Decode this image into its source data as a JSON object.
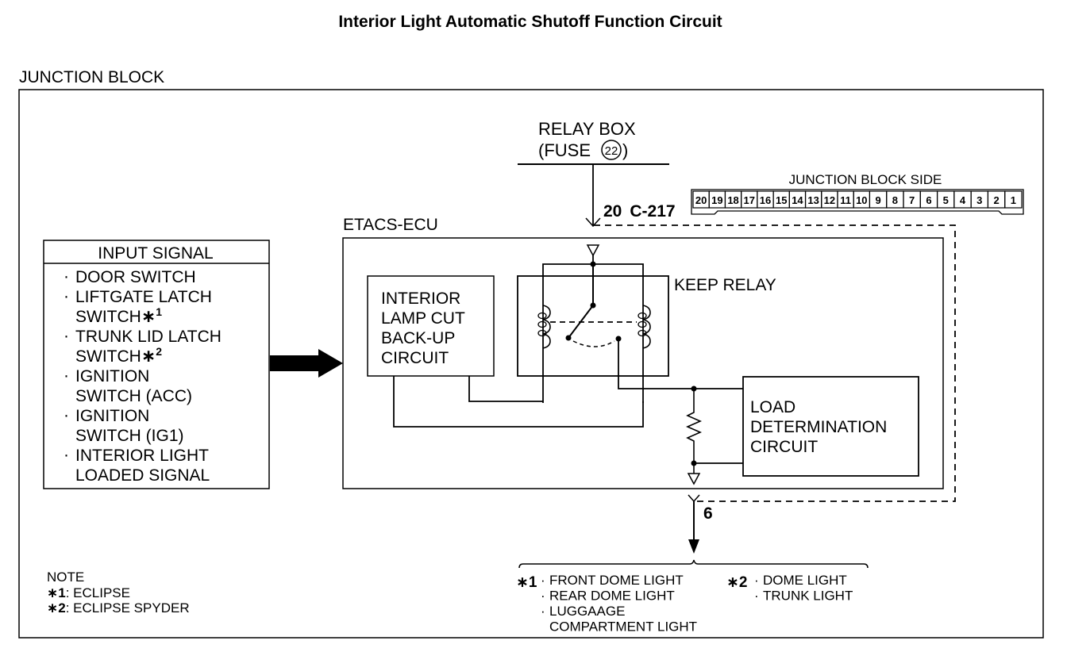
{
  "title": "Interior Light Automatic Shutoff Function Circuit",
  "junction_block": {
    "label": "JUNCTION BLOCK"
  },
  "relay_box": {
    "line1": "RELAY BOX",
    "line2_prefix": "(FUSE",
    "fuse_number": "22",
    "line2_suffix": ")"
  },
  "connector": {
    "title": "JUNCTION BLOCK SIDE",
    "pins": [
      "20",
      "19",
      "18",
      "17",
      "16",
      "15",
      "14",
      "13",
      "12",
      "11",
      "10",
      "9",
      "8",
      "7",
      "6",
      "5",
      "4",
      "3",
      "2",
      "1"
    ],
    "input_pin": "20",
    "connector_id": "C-217",
    "output_pin": "6"
  },
  "input_signal": {
    "header": "INPUT SIGNAL",
    "items": [
      {
        "lines": [
          "DOOR SWITCH"
        ],
        "note": ""
      },
      {
        "lines": [
          "LIFTGATE LATCH",
          "SWITCH"
        ],
        "note": "*1"
      },
      {
        "lines": [
          "TRUNK LID LATCH",
          "SWITCH"
        ],
        "note": "*2"
      },
      {
        "lines": [
          "IGNITION",
          "SWITCH (ACC)"
        ],
        "note": ""
      },
      {
        "lines": [
          "IGNITION",
          "SWITCH (IG1)"
        ],
        "note": ""
      },
      {
        "lines": [
          "INTERIOR LIGHT",
          "LOADED SIGNAL"
        ],
        "note": ""
      }
    ]
  },
  "etacs": {
    "label": "ETACS-ECU",
    "backup_circuit": [
      "INTERIOR",
      "LAMP CUT",
      "BACK-UP",
      "CIRCUIT"
    ],
    "keep_relay": "KEEP RELAY",
    "load_circuit": [
      "LOAD",
      "DETERMINATION",
      "CIRCUIT"
    ]
  },
  "outputs": {
    "group1": {
      "marker": "*1",
      "items": [
        "FRONT DOME LIGHT",
        "REAR DOME LIGHT",
        "LUGGAAGE",
        "COMPARTMENT LIGHT"
      ]
    },
    "group2": {
      "marker": "*2",
      "items": [
        "DOME LIGHT",
        "TRUNK LIGHT"
      ]
    }
  },
  "note": {
    "heading": "NOTE",
    "entries": [
      {
        "marker": "*1",
        "text": ": ECLIPSE"
      },
      {
        "marker": "*2",
        "text": ": ECLIPSE SPYDER"
      }
    ]
  }
}
